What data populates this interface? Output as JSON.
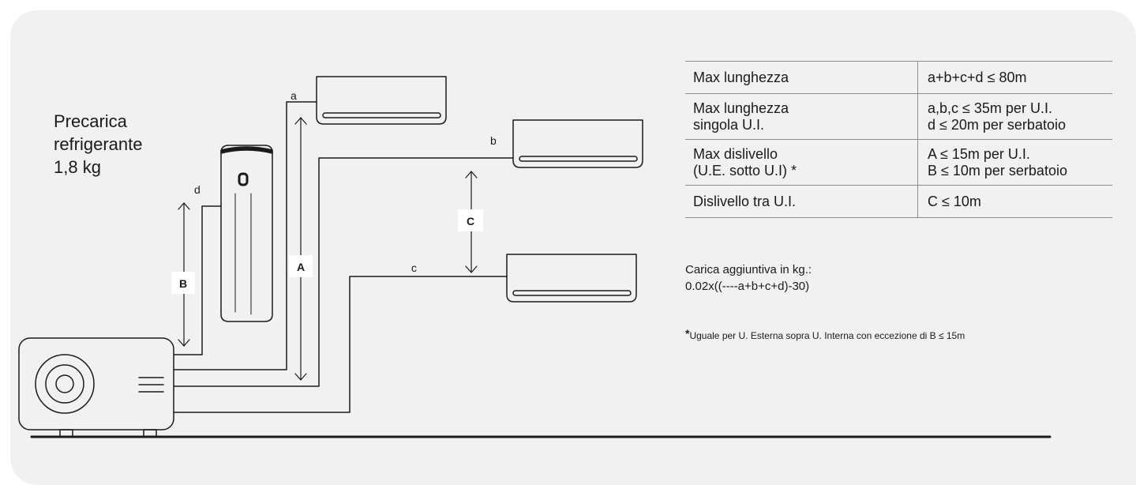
{
  "precharge": {
    "line1": "Precarica",
    "line2": "refrigerante",
    "line3": "1,8 kg"
  },
  "diagram_labels": {
    "a": "a",
    "b": "b",
    "c": "c",
    "d": "d",
    "A": "A",
    "B": "B",
    "C": "C"
  },
  "table": {
    "rows": [
      {
        "label": [
          "Max lunghezza"
        ],
        "value": [
          "a+b+c+d ≤ 80m"
        ]
      },
      {
        "label": [
          "Max lunghezza",
          "singola U.I."
        ],
        "value": [
          "a,b,c ≤ 35m per U.I.",
          "d ≤ 20m per serbatoio"
        ]
      },
      {
        "label": [
          "Max dislivello",
          "(U.E. sotto U.I) *"
        ],
        "value": [
          "A ≤ 15m per U.I.",
          "B ≤ 10m per serbatoio"
        ]
      },
      {
        "label": [
          "Dislivello tra U.I."
        ],
        "value": [
          "C ≤ 10m"
        ]
      }
    ]
  },
  "extra_charge": {
    "line1": "Carica aggiuntiva in kg.:",
    "line2": "0.02x((----a+b+c+d)-30)"
  },
  "footnote": {
    "star": "*",
    "text": "Uguale per U. Esterna sopra U. Interna con eccezione di B ≤ 15m"
  },
  "colors": {
    "panel": "#f1f1f1",
    "ink": "#1a1a1a",
    "label_box": "#ffffff"
  }
}
